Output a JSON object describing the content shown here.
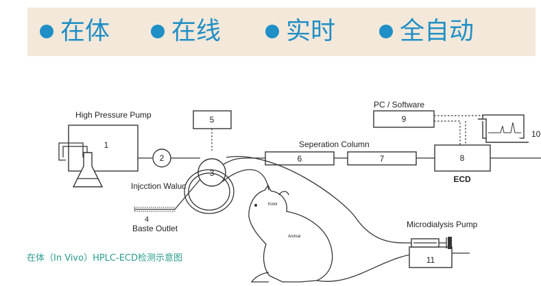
{
  "banner": {
    "features": [
      {
        "label": "在体"
      },
      {
        "label": "在线"
      },
      {
        "label": "实时"
      },
      {
        "label": "全自动"
      }
    ],
    "colors": {
      "text": "#1f8fc6",
      "background": "#f4e8da"
    }
  },
  "diagram": {
    "labels": {
      "pump": "High Pressure Pump",
      "injection": "Injcction Waluc",
      "waste": "Baste Outlet",
      "column": "Seperation Column",
      "pc": "PC  /  Software",
      "ecd": "ECD",
      "microdialysis": "Microdialysis Pump",
      "rat_head": "Kolor",
      "rat_body": "Animal"
    },
    "components": {
      "c1": "1",
      "c2": "2",
      "c3": "3",
      "c4": "4",
      "c5": "5",
      "c6": "6",
      "c7": "7",
      "c8": "8",
      "c9": "9",
      "c10": "10",
      "c11": "11"
    }
  },
  "caption": "在体（In Vivo）HPLC-ECD检测示意图"
}
